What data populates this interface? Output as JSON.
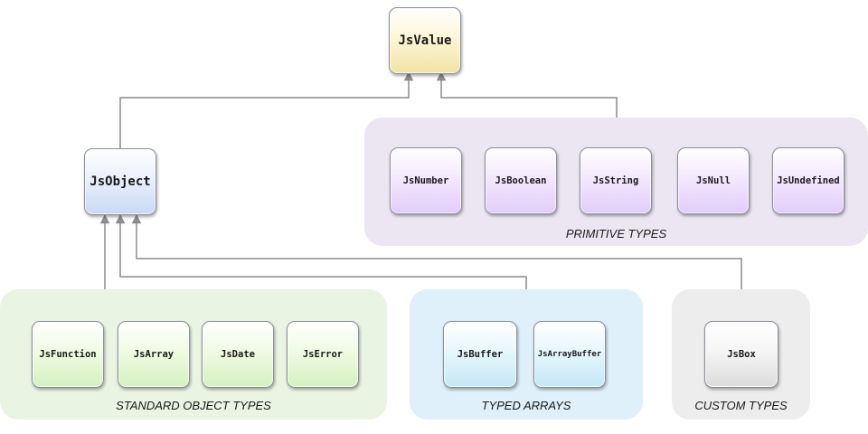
{
  "root": {
    "label": "JsValue"
  },
  "object": {
    "label": "JsObject"
  },
  "groups": {
    "primitive": {
      "title": "PRIMITIVE TYPES",
      "items": [
        "JsNumber",
        "JsBoolean",
        "JsString",
        "JsNull",
        "JsUndefined"
      ]
    },
    "standard": {
      "title": "STANDARD OBJECT TYPES",
      "items": [
        "JsFunction",
        "JsArray",
        "JsDate",
        "JsError"
      ]
    },
    "typed": {
      "title": "TYPED ARRAYS",
      "items": [
        "JsBuffer",
        "JsArrayBuffer"
      ]
    },
    "custom": {
      "title": "CUSTOM TYPES",
      "items": [
        "JsBox"
      ]
    }
  },
  "colors": {
    "primitive_bg": "#ece6f2",
    "standard_bg": "#eaf4e3",
    "typed_bg": "#dff0fa",
    "custom_bg": "#ededed",
    "connector": "#8c8c8c"
  }
}
